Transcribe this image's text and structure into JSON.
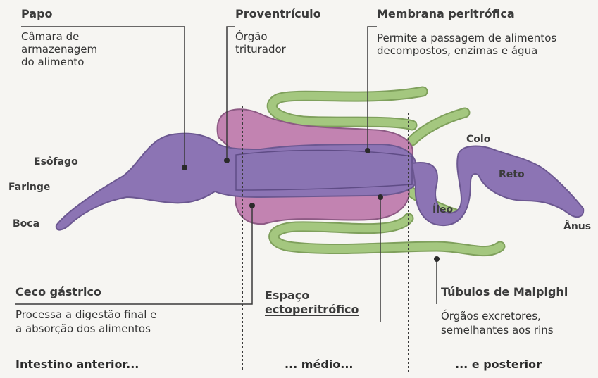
{
  "labels": {
    "papo": {
      "title": "Papo",
      "desc": [
        "Câmara de",
        "armazenagem",
        "do alimento"
      ]
    },
    "proventriculo": {
      "title": "Proventrículo",
      "desc": [
        "Órgão",
        "triturador"
      ]
    },
    "membrana": {
      "title": "Membrana peritrófica",
      "desc": [
        "Permite a passagem de alimentos",
        "decompostos, enzimas e água"
      ]
    },
    "esofago": "Esôfago",
    "faringe": "Faringe",
    "boca": "Boca",
    "colo": "Colo",
    "reto": "Reto",
    "ileo": "Íleo",
    "anus": "Ânus",
    "ceco": {
      "title": "Ceco gástrico",
      "desc": [
        "Processa a digestão final e",
        "a absorção dos alimentos"
      ]
    },
    "espaco": {
      "title": [
        "Espaço",
        "ectoperitrófico"
      ]
    },
    "tubulos": {
      "title": "Túbulos de Malpighi",
      "desc": [
        "Órgãos excretores,",
        "semelhantes aos rins"
      ]
    }
  },
  "sections": [
    "Intestino anterior...",
    "... médio...",
    "... e posterior"
  ],
  "colors": {
    "gut": "#8c74b4",
    "gut_dark": "#6c5891",
    "caeca": "#c283b1",
    "tubules": "#a4c77f",
    "tubules_dark": "#7fa05c",
    "line": "#3a3a3a"
  }
}
